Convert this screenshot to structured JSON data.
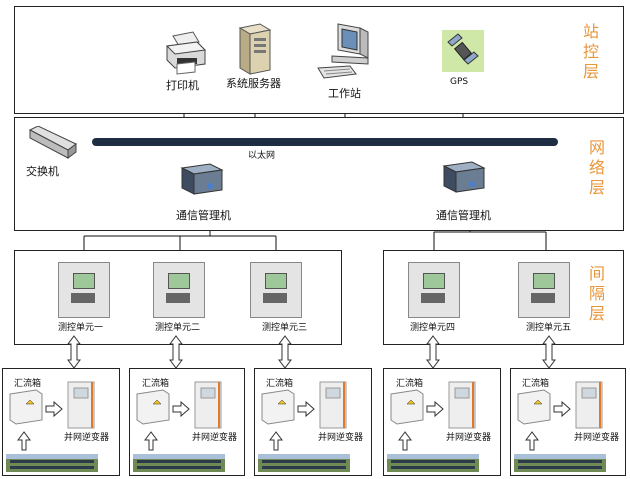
{
  "layers": {
    "station": [
      "站",
      "控",
      "层"
    ],
    "network": [
      "网",
      "络",
      "层"
    ],
    "bay": [
      "间",
      "隔",
      "层"
    ]
  },
  "station": {
    "printer": "打印机",
    "server": "系统服务器",
    "workstation": "工作站",
    "gps": "GPS"
  },
  "network": {
    "switch": "交换机",
    "ethernet": "以太网",
    "manager_left": "通信管理机",
    "manager_right": "通信管理机"
  },
  "bay": {
    "units": [
      "测控单元一",
      "测控单元二",
      "测控单元三",
      "测控单元四",
      "测控单元五"
    ]
  },
  "field": {
    "combiner": "汇流箱",
    "inverter": "并网逆变器"
  },
  "colors": {
    "layer_text": "#e8963a",
    "bus": "#1e2d44",
    "arrow_fill": "#ffffff"
  }
}
